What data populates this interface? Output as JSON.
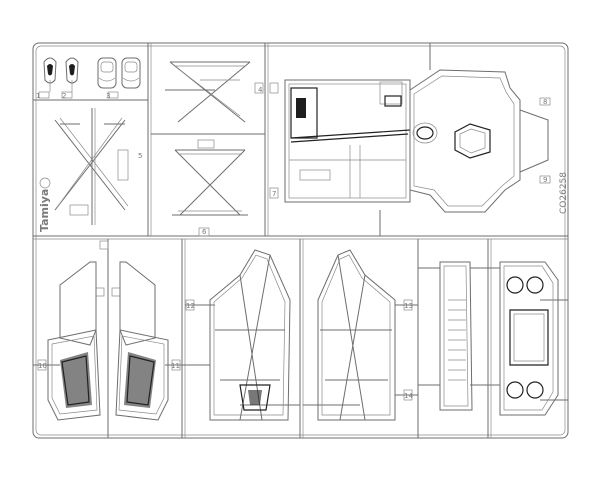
{
  "sprue": {
    "side_code": "CO26258",
    "brand_mark": "Tamiya",
    "part_numbers": {
      "p1": "1",
      "p2": "2",
      "p3": "3",
      "p4": "4",
      "p5": "5",
      "p6": "6",
      "p7": "7",
      "p8": "8",
      "p9": "9",
      "p10": "10",
      "p11": "11",
      "p12": "12",
      "p13": "13",
      "p14": "14"
    }
  }
}
